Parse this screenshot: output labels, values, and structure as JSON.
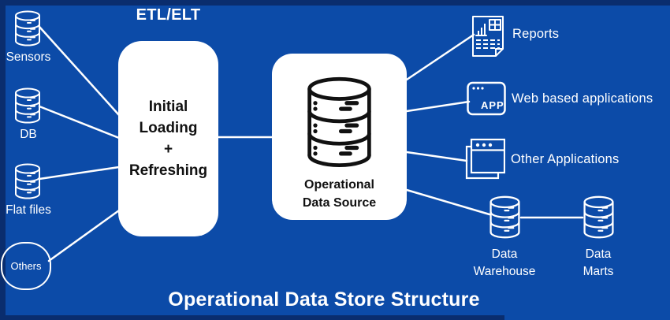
{
  "colors": {
    "background": "#0c4ba8",
    "frame": "#0a2d6e",
    "card": "#ffffff",
    "connector": "#ffffff",
    "icon_dark": "#111111",
    "text_light": "#ffffff",
    "text_dark": "#111111"
  },
  "title": "Operational Data Store Structure",
  "etl": {
    "heading": "ETL/ELT",
    "lines": [
      "Initial",
      "Loading",
      "+",
      "Refreshing"
    ]
  },
  "ods": {
    "icon": "database-icon",
    "label_line1": "Operational",
    "label_line2": "Data Source"
  },
  "sources": [
    {
      "icon": "database-icon",
      "label": "Sensors"
    },
    {
      "icon": "database-icon",
      "label": "DB"
    },
    {
      "icon": "database-icon",
      "label": "Flat files"
    },
    {
      "icon": "circle-outline",
      "label": "Others"
    }
  ],
  "consumers": [
    {
      "icon": "report-document-icon",
      "label": "Reports"
    },
    {
      "icon": "app-window-icon",
      "icon_text": "APP",
      "label": "Web based applications"
    },
    {
      "icon": "overlapping-windows-icon",
      "label": "Other Applications"
    }
  ],
  "stores": [
    {
      "icon": "database-icon",
      "label_line1": "Data",
      "label_line2": "Warehouse"
    },
    {
      "icon": "database-icon",
      "label_line1": "Data",
      "label_line2": "Marts"
    }
  ]
}
